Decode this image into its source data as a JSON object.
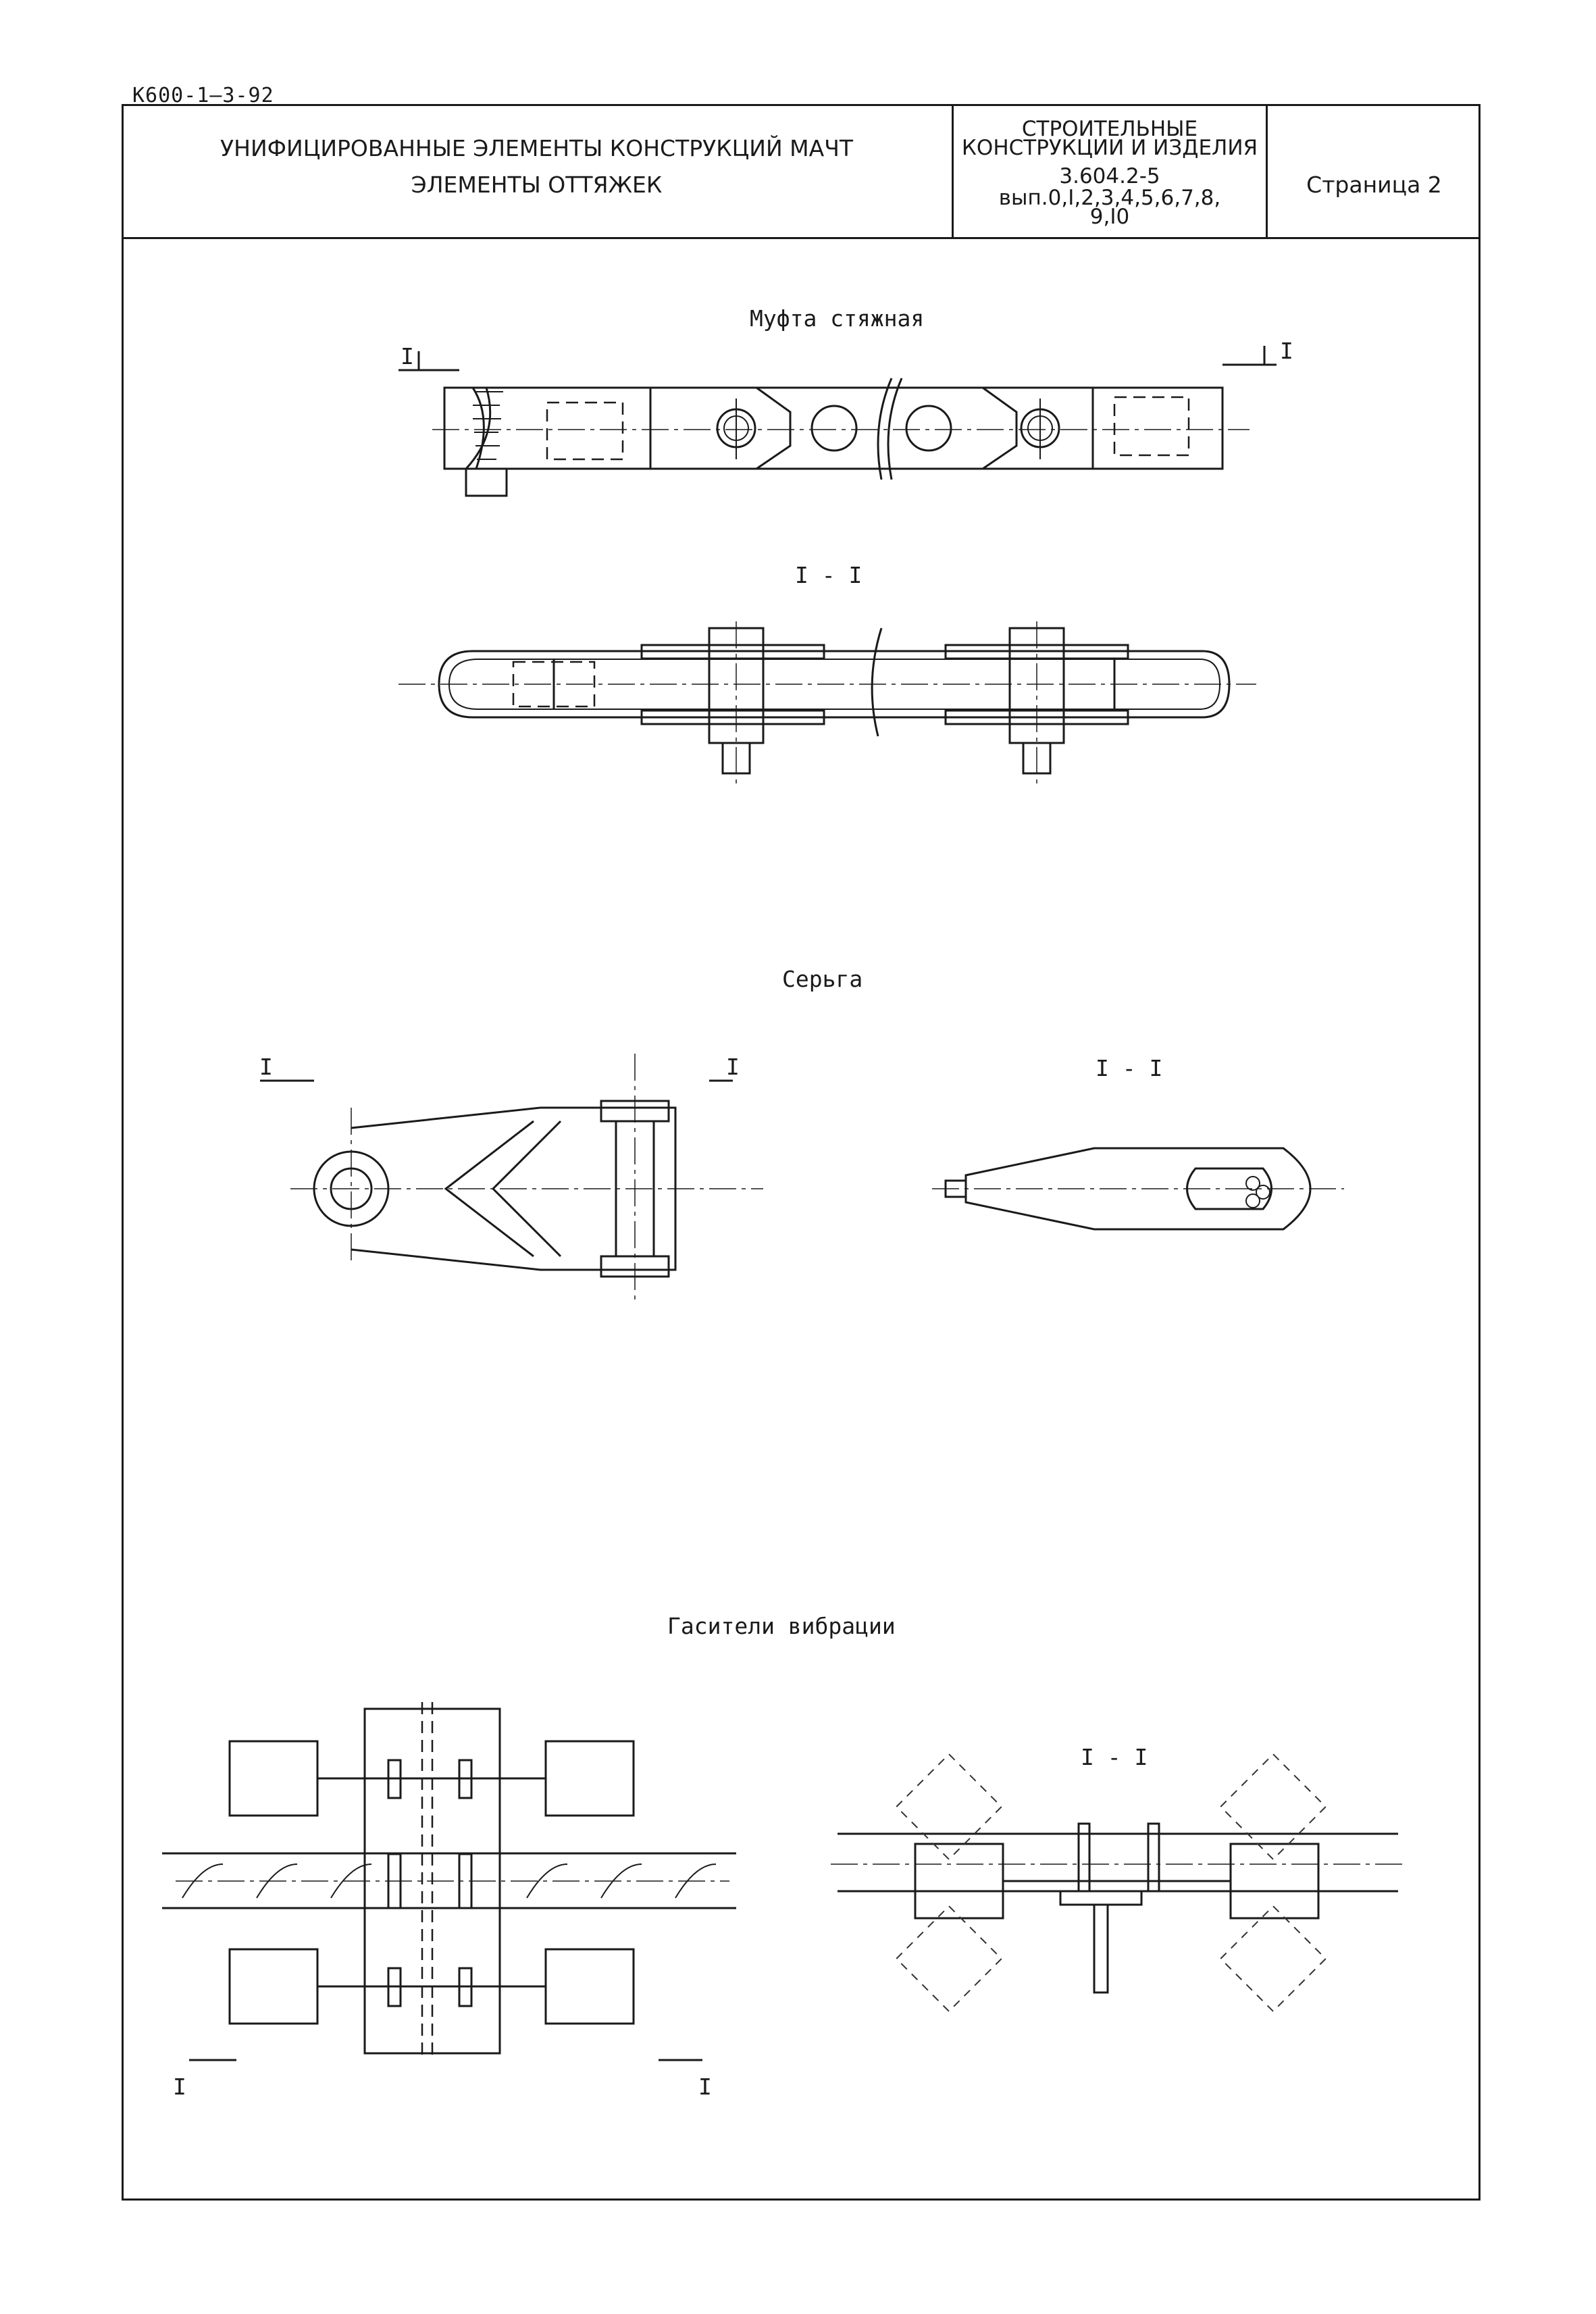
{
  "header": {
    "doc_code": "К600-1—3-92",
    "title_line1": "УНИФИЦИРОВАННЫЕ ЭЛЕМЕНТЫ КОНСТРУКЦИЙ МАЧТ",
    "title_line2": "ЭЛЕМЕНТЫ ОТТЯЖЕК",
    "series_line1": "СТРОИТЕЛЬНЫЕ",
    "series_line2": "КОНСТРУКЦИИ И ИЗДЕЛИЯ",
    "series_number": "3.604.2-5",
    "series_issues_line1": "вып.0,I,2,3,4,5,6,7,8,",
    "series_issues_line2": "9,I0",
    "page_label": "Страница 2"
  },
  "sections": {
    "mufta": {
      "caption": "Муфта стяжная",
      "section_label": "I - I"
    },
    "serga": {
      "caption": "Серьга",
      "section_label": "I - I"
    },
    "gasiteli": {
      "caption": "Гасители вибрации",
      "section_label": "I - I"
    }
  },
  "marks": {
    "cut_mark": "I"
  }
}
